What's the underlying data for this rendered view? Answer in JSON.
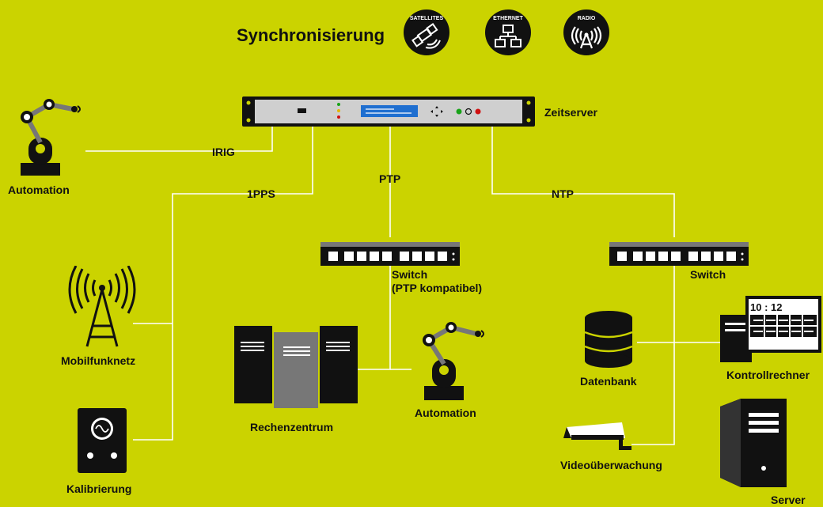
{
  "title": "Synchronisierung",
  "sources": [
    "SATELLITES",
    "ETHERNET",
    "RADIO"
  ],
  "labels": {
    "timeserver": "Zeitserver",
    "irig": "IRIG",
    "pps": "1PPS",
    "ptp": "PTP",
    "ntp": "NTP",
    "automation_top": "Automation",
    "switch_ptp_1": "Switch",
    "switch_ptp_2": "(PTP kompatibel)",
    "switch": "Switch",
    "mobile": "Mobilfunknetz",
    "calibration": "Kalibrierung",
    "datacenter": "Rechenzentrum",
    "automation_mid": "Automation",
    "database": "Datenbank",
    "control": "Kontrollrechner",
    "clock_display": "10 : 12",
    "video": "Videoüberwachung",
    "server": "Server"
  },
  "colors": {
    "background": "#cbd300",
    "line": "#ffffff",
    "icon": "#111111",
    "server_face": "#cfcfcf",
    "display": "#1f6fd0"
  }
}
